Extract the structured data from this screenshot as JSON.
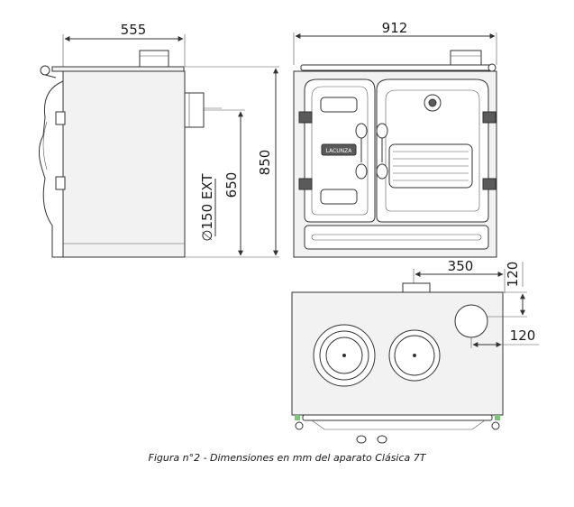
{
  "dimensions": {
    "side_width": "555",
    "front_width": "912",
    "flue_diameter": "∅150 EXT",
    "flue_height": "650",
    "total_height": "850",
    "top_offset_x": "350",
    "top_offset_y1": "120",
    "top_offset_y2": "120"
  },
  "caption": "Figura n°2 - Dimensiones en mm del aparato Clásica 7T",
  "badge": "LACUNZA",
  "colors": {
    "line": "#333333",
    "body_fill": "#f2f2f2",
    "accent_green": "#7cc47a"
  }
}
